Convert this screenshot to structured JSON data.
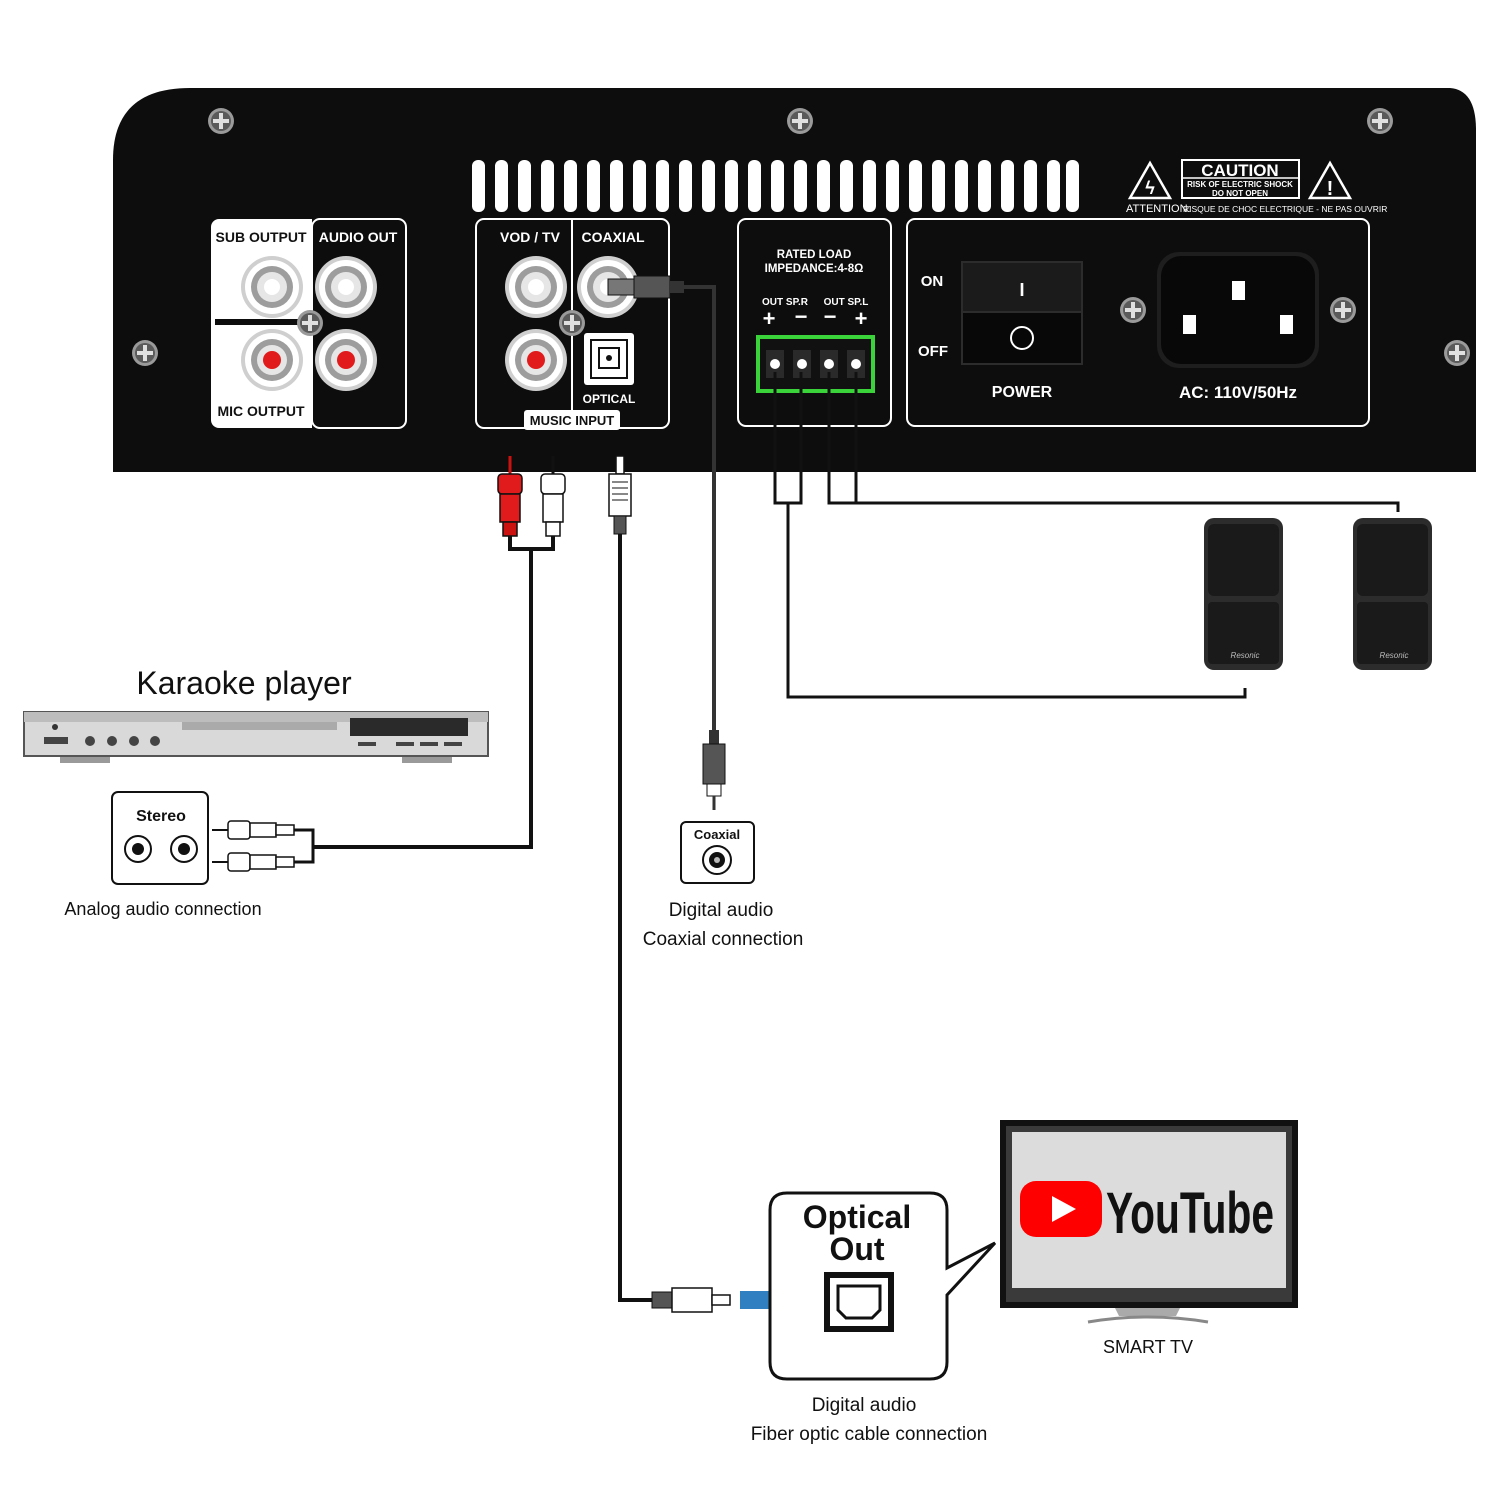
{
  "panel": {
    "sub_output": "SUB OUTPUT",
    "audio_out": "AUDIO OUT",
    "mic_output": "MIC OUTPUT",
    "vod_tv": "VOD / TV",
    "coaxial": "COAXIAL",
    "optical": "OPTICAL",
    "music_input": "MUSIC INPUT",
    "rated_load_1": "RATED LOAD",
    "rated_load_2": "IMPEDANCE:4-8Ω",
    "out_sp_r": "OUT SP.R",
    "out_sp_l": "OUT SP.L",
    "terminal_signs": [
      "+",
      "−",
      "−",
      "+"
    ],
    "on": "ON",
    "off": "OFF",
    "power": "POWER",
    "switch_on_symbol": "I",
    "ac": "AC: 110V/50Hz",
    "caution_title": "CAUTION",
    "caution_line1": "RISK OF ELECTRIC SHOCK",
    "caution_line2": "DO NOT OPEN",
    "attention_label": "ATTENTION:",
    "attention_text": "RISQUE DE CHOC ELECTRIQUE - NE PAS OUVRIR",
    "warning_bolt": "ϟ",
    "warning_excl": "!"
  },
  "speakers": {
    "brand": "Resonic"
  },
  "karaoke": {
    "title": "Karaoke player",
    "stereo_label": "Stereo",
    "caption": "Analog audio connection"
  },
  "coaxial_box": {
    "label": "Coaxial",
    "caption1": "Digital audio",
    "caption2": "Coaxial connection"
  },
  "optical_box": {
    "title1": "Optical",
    "title2": "Out",
    "caption1": "Digital audio",
    "caption2": "Fiber optic cable connection"
  },
  "tv": {
    "brand": "YouTube",
    "label": "SMART TV"
  },
  "colors": {
    "panel": "#0d0d0d",
    "terminal_green": "#3ad33a",
    "rca_red": "#e11b1b",
    "youtube_red": "#ff0000",
    "arrow_blue": "#2f7fc1"
  }
}
